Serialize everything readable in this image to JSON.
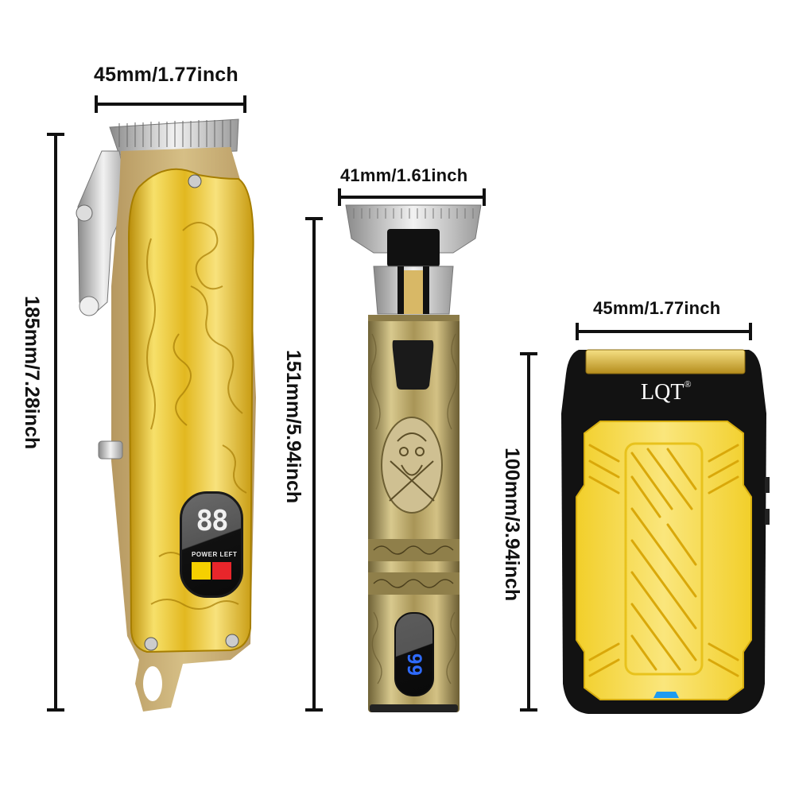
{
  "products": [
    {
      "name": "hair clipper",
      "width_label": "45mm/1.77inch",
      "height_label": "185mm/7.28inch",
      "display": {
        "digits": "88",
        "caption": "POWER LEFT",
        "indicator_colors": [
          "#f5d000",
          "#e8262b"
        ]
      },
      "colors": {
        "body": "#c9ae72",
        "plate": "#e9c834",
        "blade": "#c8c8c8"
      }
    },
    {
      "name": "t-blade trimmer",
      "width_label": "41mm/1.61inch",
      "height_label": "151mm/5.94inch",
      "display": {
        "digits": "99",
        "digit_color": "#2f6bff"
      },
      "colors": {
        "body": "#b9a46a",
        "blade": "#c0c0c0"
      }
    },
    {
      "name": "foil shaver",
      "width_label": "45mm/1.77inch",
      "height_label": "100mm/3.94inch",
      "brand": "LQT",
      "brand_mark": "®",
      "colors": {
        "body": "#111111",
        "panel": "#f7dc4a",
        "foil": "#d9b437",
        "led": "#1d9bf0"
      }
    }
  ]
}
